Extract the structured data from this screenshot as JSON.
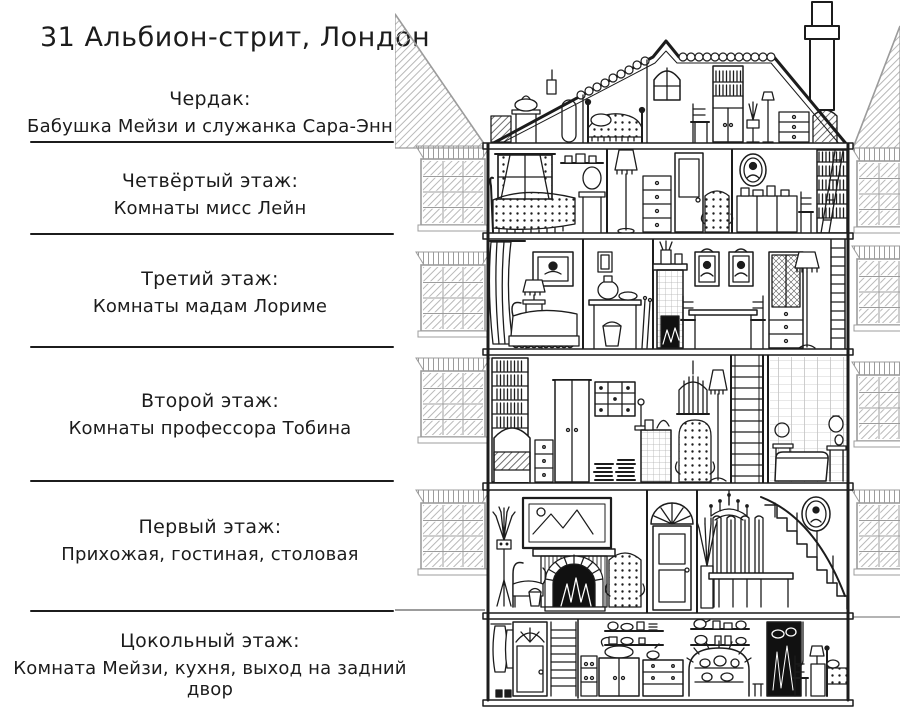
{
  "page": {
    "title": "31 Альбион-стрит, Лондон"
  },
  "floors": [
    {
      "heading": "Чердак:",
      "occupants": "Бабушка Мейзи и служанка Сара-Энн"
    },
    {
      "heading": "Четвёртый этаж:",
      "occupants": "Комнаты мисс Лейн"
    },
    {
      "heading": "Третий этаж:",
      "occupants": "Комнаты мадам Лориме"
    },
    {
      "heading": "Второй этаж:",
      "occupants": "Комнаты профессора Тобина"
    },
    {
      "heading": "Первый этаж:",
      "occupants": "Прихожая, гостиная, столовая"
    },
    {
      "heading": "Цокольный этаж:",
      "occupants": "Комната Мейзи, кухня, выход на задний двор"
    }
  ],
  "colors": {
    "ink": "#1c1c1c",
    "paper": "#ffffff",
    "neighbor_gray": "#9c9c9c"
  }
}
